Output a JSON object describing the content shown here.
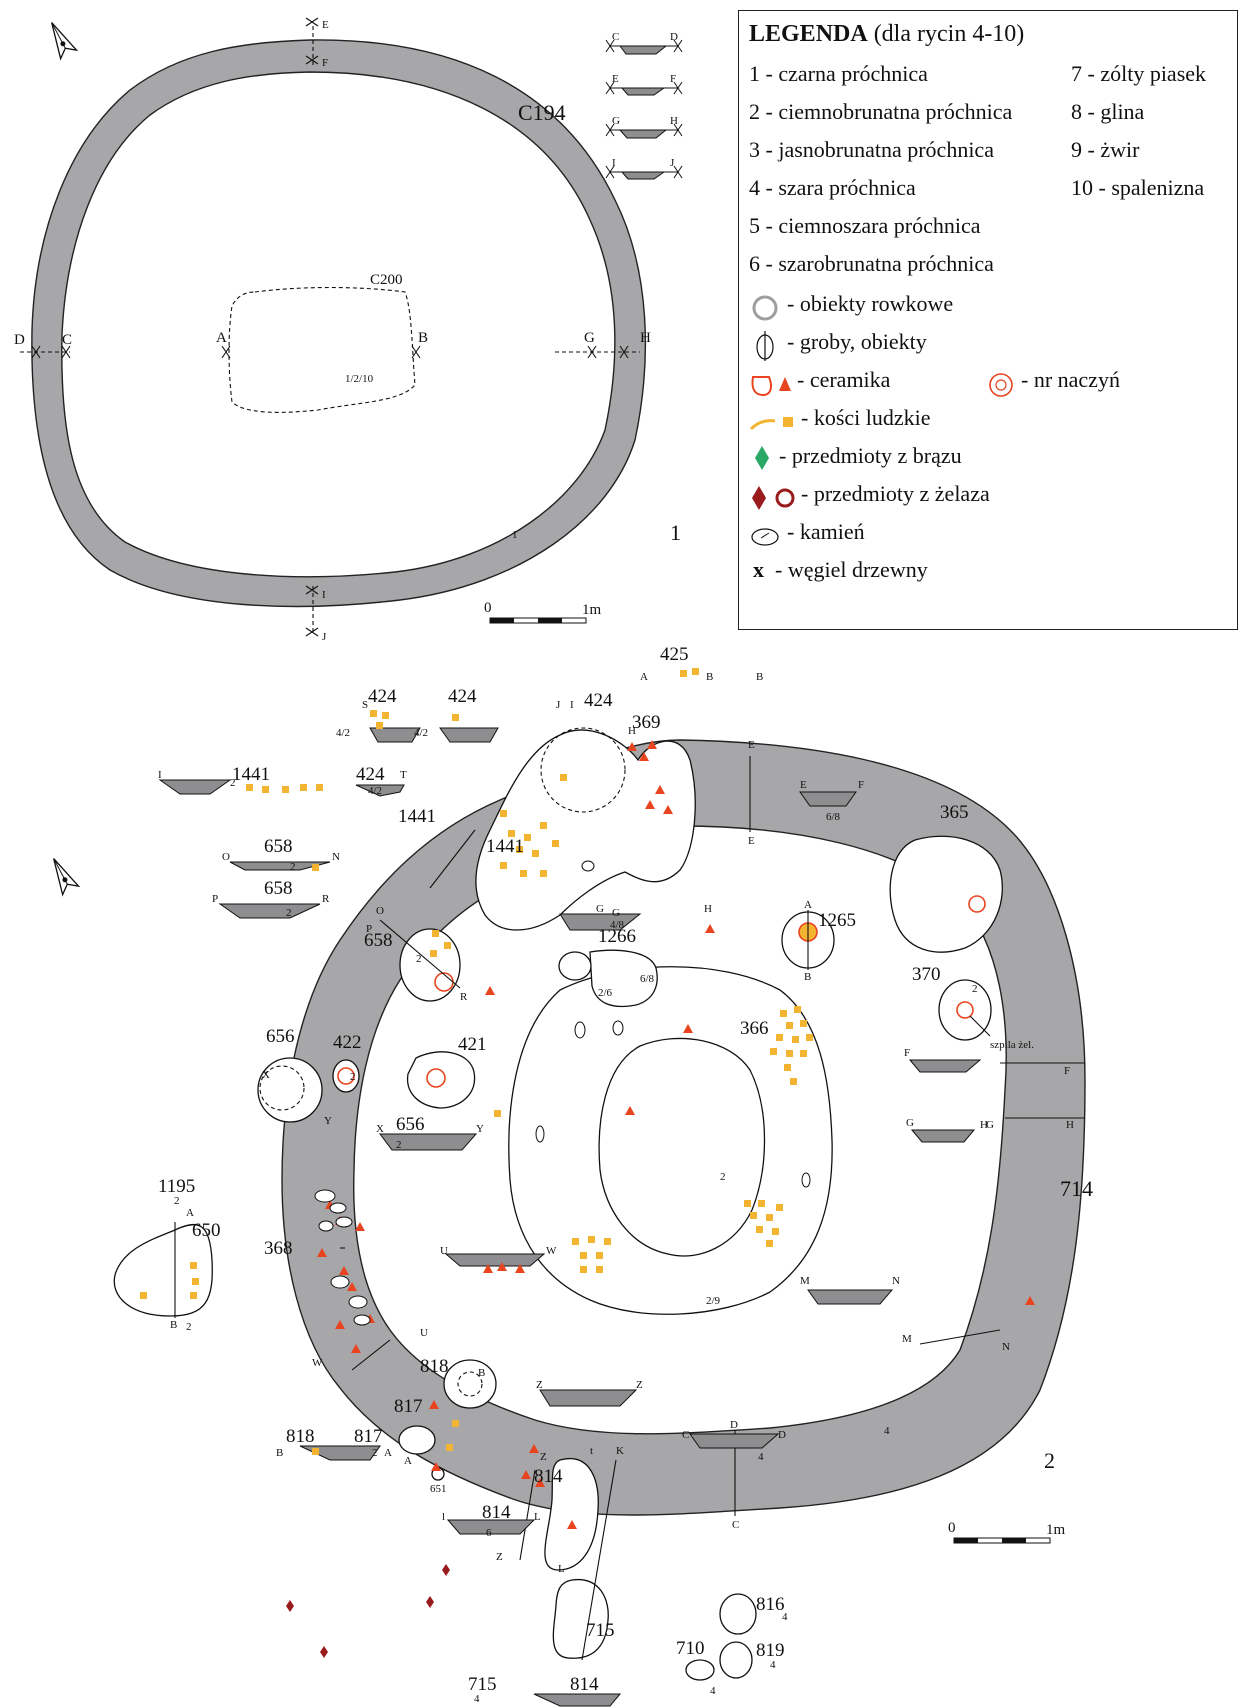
{
  "figure": {
    "part1_number": "1",
    "part2_number": "2",
    "scale1": {
      "start": "0",
      "end": "1m"
    },
    "scale2": {
      "start": "0",
      "end": "1m"
    }
  },
  "part1": {
    "outer_label": "C194",
    "inner_label": "C200",
    "inner_fill": "1/2/10",
    "ring_fill": "1",
    "points": {
      "A": "A",
      "B": "B",
      "C": "C",
      "D": "D",
      "E": "E",
      "F": "F",
      "G": "G",
      "H": "H",
      "I": "I",
      "J": "J"
    },
    "section_labels": [
      {
        "left": "C",
        "right": "D"
      },
      {
        "left": "E",
        "right": "F"
      },
      {
        "left": "G",
        "right": "H"
      },
      {
        "left": "I",
        "right": "J"
      }
    ]
  },
  "legend": {
    "title_bold": "LEGENDA",
    "title_rest": " (dla rycin 4-10)",
    "items_left": [
      "1 - czarna próchnica",
      "2 - ciemnobrunatna próchnica",
      "3 - jasnobrunatna próchnica",
      "4 - szara próchnica",
      "5 - ciemnoszara próchnica",
      "6 - szarobrunatna próchnica"
    ],
    "items_right": [
      "7 - zólty piasek",
      "8 - glina",
      "9 - żwir",
      "10 - spalenizna"
    ],
    "symbols": [
      "- obiekty rowkowe",
      "- groby, obiekty",
      "- ceramika",
      "- nr naczyń",
      "- kości ludzkie",
      "- przedmioty z brązu",
      "- przedmioty z żelaza",
      "- kamień",
      "- węgiel drzewny"
    ],
    "symbol_x": "x",
    "colors": {
      "ceramic": "#e8441f",
      "bone": "#f2b431",
      "bronze": "#2aa866",
      "iron": "#9a1b1b",
      "ring_fill": "#a7a7a9",
      "ring_symbol": "#9e9e9e"
    }
  },
  "part2": {
    "objects": {
      "o424a": "424",
      "o424b": "424",
      "o424c": "424",
      "o424d": "424",
      "o425": "425",
      "o369": "369",
      "o365": "365",
      "o1441a": "1441",
      "o1441b": "1441",
      "o1441c": "1441",
      "o658a": "658",
      "o658b": "658",
      "o658c": "658",
      "o1265": "1265",
      "o1266": "1266",
      "o370": "370",
      "o366": "366",
      "o656a": "656",
      "o656b": "656",
      "o422": "422",
      "o421": "421",
      "o1195": "1195",
      "o650": "650",
      "o368": "368",
      "o714": "714",
      "o818a": "818",
      "o818b": "818",
      "o817a": "817",
      "o817b": "817",
      "o814a": "814",
      "o814b": "814",
      "o814c": "814",
      "o715a": "715",
      "o715b": "715",
      "o816": "816",
      "o819": "819",
      "o710": "710",
      "o651": "651"
    },
    "annotations": {
      "szpila": "szpila żel.",
      "f42a": "4/2",
      "f42b": "4/2",
      "f42c": "4/2",
      "f48": "4/8",
      "f68a": "6/8",
      "f68b": "6/8",
      "f26": "2/6",
      "f29": "2/9",
      "f2c": "2",
      "f2d": "2",
      "f2e": "2",
      "f2f": "2",
      "f4a": "4",
      "f4b": "4",
      "f4c": "4",
      "f4d": "4",
      "f4e": "4",
      "f6": "6",
      "f2g": "2",
      "f2h": "2",
      "f2i": "2",
      "f2j": "2",
      "f2k": "2",
      "f2l": "2",
      "f2m": "2",
      "f4f": "4"
    },
    "points": {
      "A": "A",
      "B": "B",
      "C": "C",
      "D": "D",
      "E": "E",
      "F": "F",
      "G": "G",
      "H": "H",
      "I": "I",
      "J": "J",
      "K": "K",
      "L": "L",
      "M": "M",
      "N": "N",
      "O": "O",
      "P": "P",
      "R": "R",
      "S": "S",
      "T": "T",
      "U": "U",
      "W": "W",
      "X": "X",
      "Y": "Y",
      "Z": "Z",
      "t": "t",
      "l": "l"
    }
  }
}
